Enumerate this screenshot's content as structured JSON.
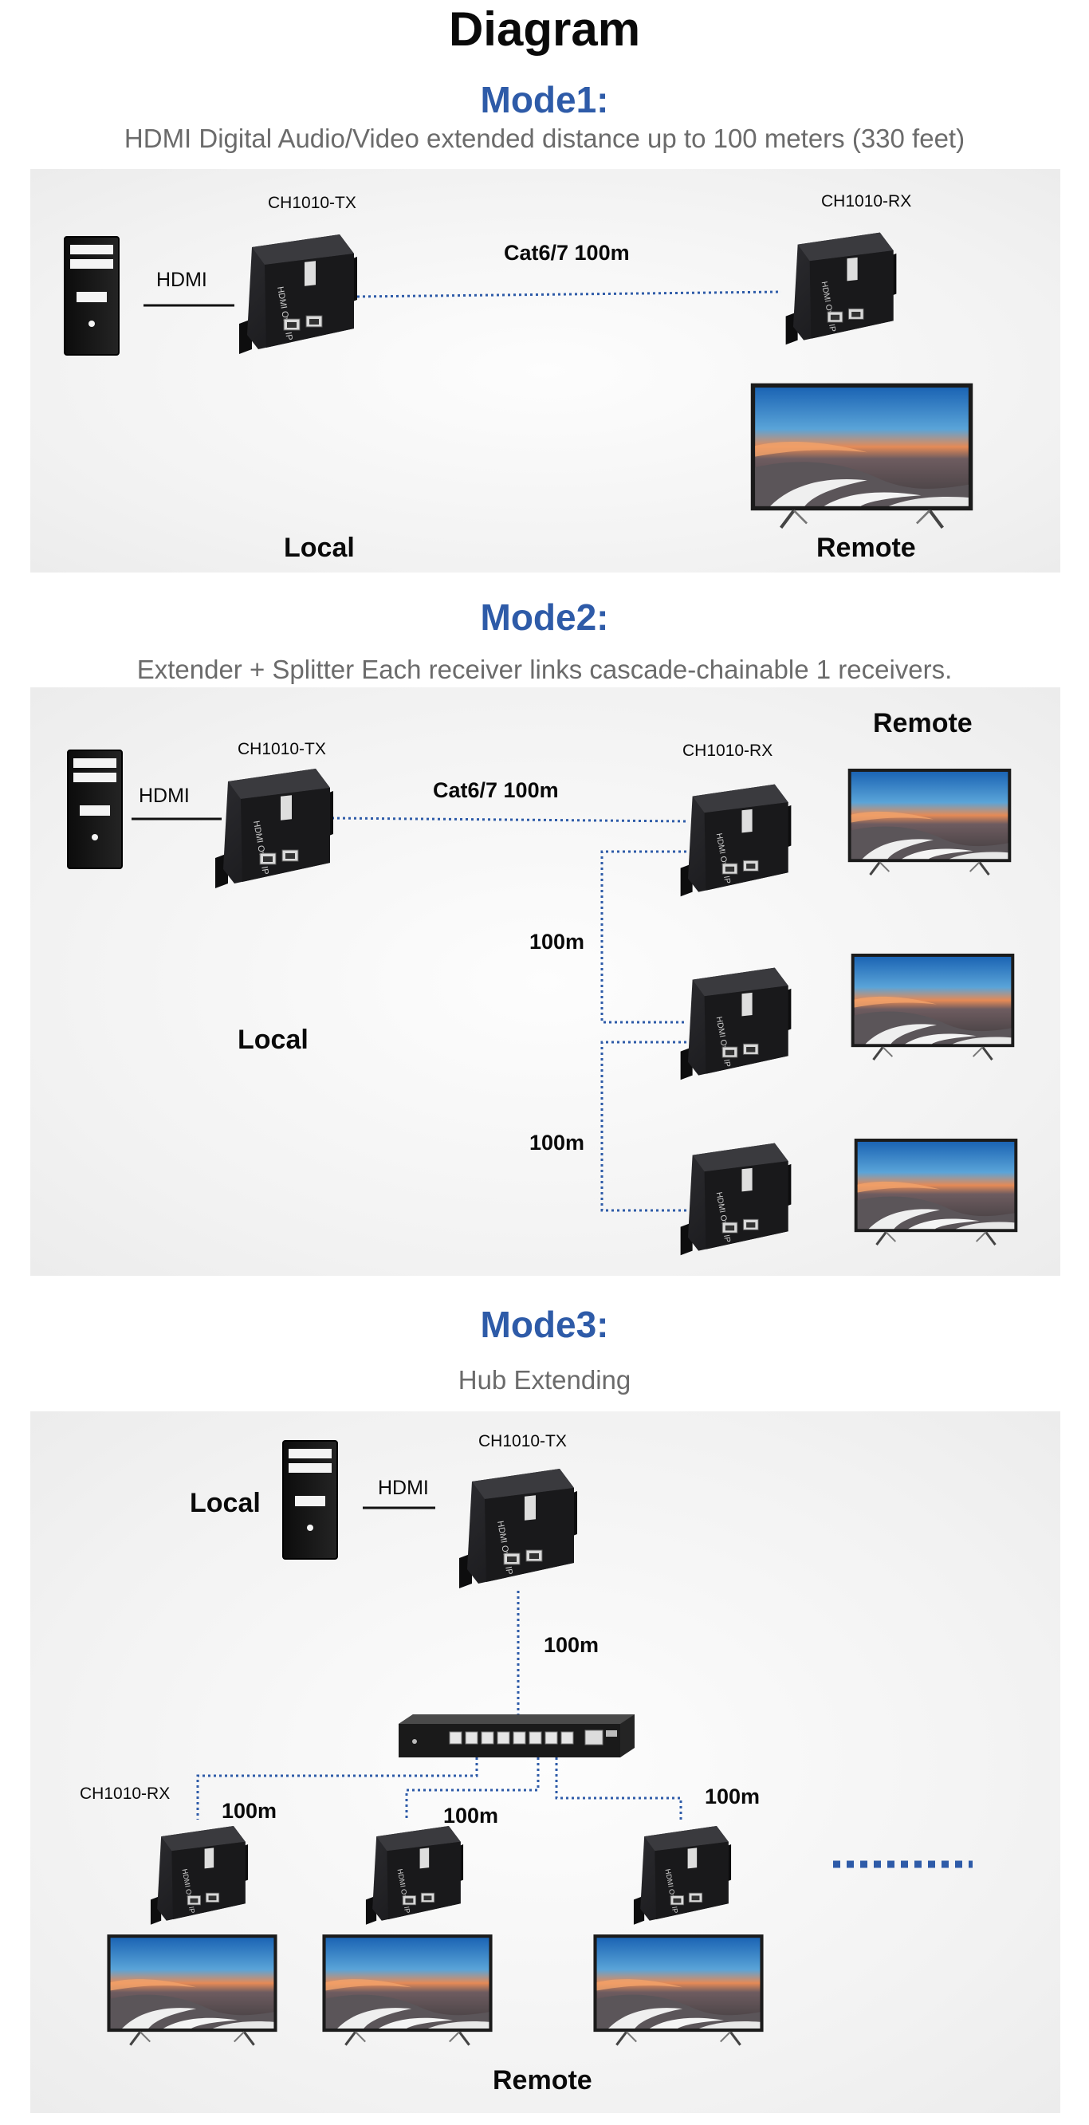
{
  "title": "Diagram",
  "mode1": {
    "title": "Mode1:",
    "description": "HDMI Digital Audio/Video extended distance up to 100 meters (330 feet)",
    "tx_label": "CH1010-TX",
    "rx_label": "CH1010-RX",
    "hdmi_label": "HDMI",
    "cable_label": "Cat6/7 100m",
    "local_label": "Local",
    "remote_label": "Remote"
  },
  "mode2": {
    "title": "Mode2:",
    "description": "Extender + Splitter Each receiver links cascade-chainable 1 receivers.",
    "tx_label": "CH1010-TX",
    "rx_label": "CH1010-RX",
    "hdmi_label": "HDMI",
    "cable_label": "Cat6/7 100m",
    "distance_labels": [
      "100m",
      "100m"
    ],
    "local_label": "Local",
    "remote_label": "Remote"
  },
  "mode3": {
    "title": "Mode3:",
    "description": "Hub Extending",
    "tx_label": "CH1010-TX",
    "rx_label": "CH1010-RX",
    "hdmi_label": "HDMI",
    "distance_labels": [
      "100m",
      "100m",
      "100m",
      "100m"
    ],
    "local_label": "Local",
    "remote_label": "Remote"
  },
  "device_text": {
    "brand": "HDMI",
    "product": "HDMI Over IP"
  },
  "colors": {
    "accent": "#2e5ba8",
    "cable": "#2e5ba8",
    "device": "#1c1c1e"
  }
}
